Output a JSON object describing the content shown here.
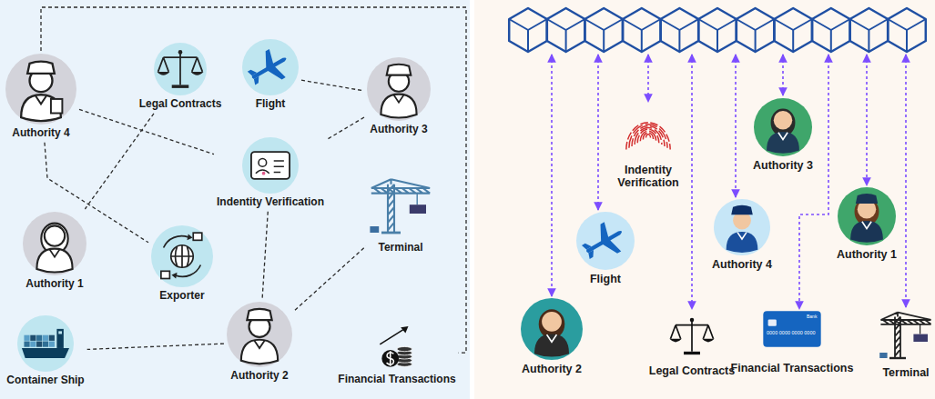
{
  "diagram": {
    "nodes": [
      {
        "text": [
          "Authority 4"
        ]
      },
      {
        "text": [
          "Legal Contracts"
        ]
      },
      {
        "text": [
          "Flight"
        ]
      },
      {
        "text": [
          "Authority 3"
        ]
      },
      {
        "text": [
          "Indentity Verification"
        ]
      },
      {
        "text": [
          "Terminal"
        ]
      },
      {
        "text": [
          "Authority 1"
        ]
      },
      {
        "text": [
          "Exporter"
        ]
      },
      {
        "text": [
          "Container Ship"
        ]
      },
      {
        "text": [
          "Authority 2"
        ]
      },
      {
        "text": [
          "Financial Transactions"
        ]
      },
      {
        "text": [
          "Indentity Verification"
        ]
      },
      {
        "text": [
          "Authority 3"
        ]
      },
      {
        "text": [
          "Flight"
        ]
      },
      {
        "text": [
          "Authority 4"
        ]
      },
      {
        "text": [
          "Authority 1"
        ]
      },
      {
        "text": [
          "Authority 2"
        ]
      },
      {
        "text": [
          "Legal Contracts"
        ]
      },
      {
        "text": [
          "Financial Transactions"
        ]
      },
      {
        "text": [
          "Terminal"
        ]
      }
    ],
    "edges": [
      {
        "from": 0,
        "to": 10,
        "arrow": "none"
      },
      {
        "from": 0,
        "to": 4,
        "arrow": "none"
      },
      {
        "from": 0,
        "to": 7,
        "arrow": "none"
      },
      {
        "from": 1,
        "to": 6,
        "arrow": "none"
      },
      {
        "from": 2,
        "to": 3,
        "arrow": "none"
      },
      {
        "from": 3,
        "to": 4,
        "arrow": "none"
      },
      {
        "from": 4,
        "to": 9,
        "arrow": "none"
      },
      {
        "from": 9,
        "to": 8,
        "arrow": "none"
      },
      {
        "from": 9,
        "to": 5,
        "arrow": "none"
      }
    ],
    "labels": [
      "0000 0000 0000 0000",
      "Bank"
    ]
  }
}
